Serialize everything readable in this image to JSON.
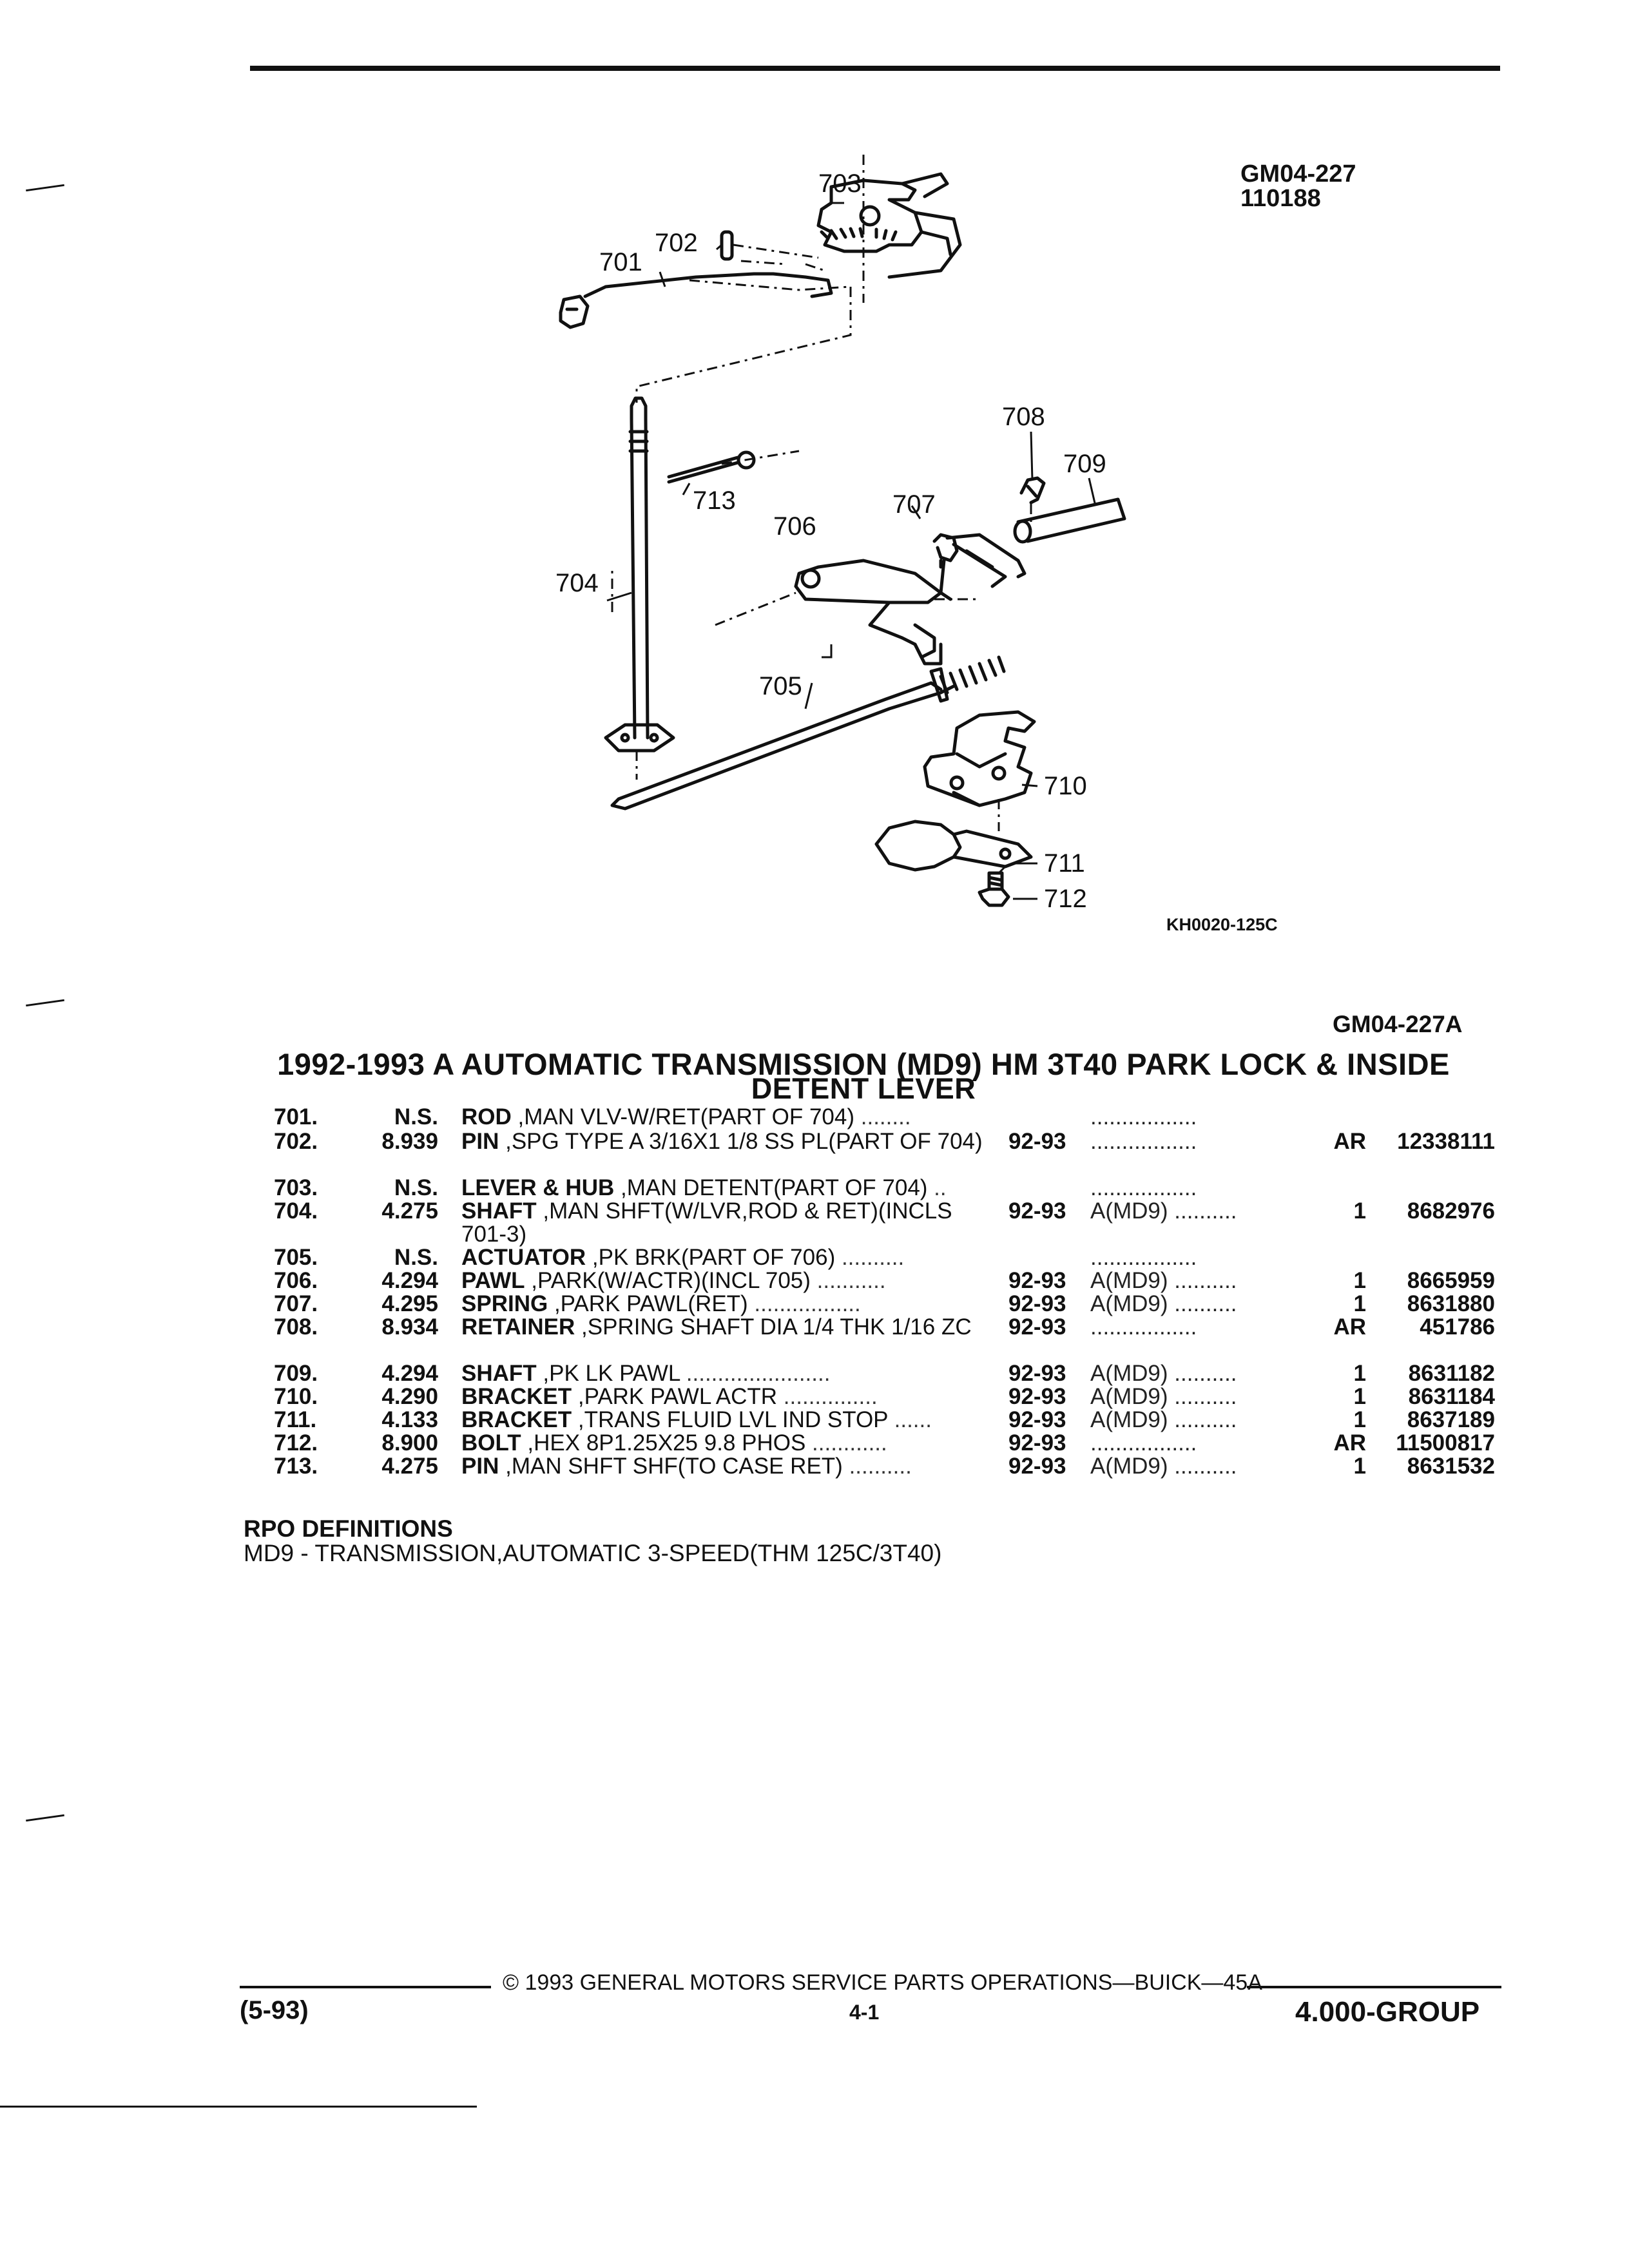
{
  "illustration": {
    "code": "GM04-227",
    "date_code": "110188",
    "art_ref": "KH0020-125C",
    "callouts": [
      "701",
      "702",
      "703",
      "704",
      "705",
      "706",
      "707",
      "708",
      "709",
      "710",
      "711",
      "712",
      "713"
    ]
  },
  "section_code": "GM04-227A",
  "title_line1": "1992-1993 A AUTOMATIC TRANSMISSION (MD9) HM 3T40 PARK LOCK & INSIDE",
  "title_line2": "DETENT LEVER",
  "parts": [
    {
      "num": "701.",
      "group": "N.S.",
      "name": "ROD",
      "desc": ",MAN VLV-W/RET(PART OF 704)",
      "dots": " ........",
      "years": "",
      "option": ".................",
      "qty": "",
      "part": ""
    },
    {
      "num": "702.",
      "group": "8.939",
      "name": "PIN",
      "desc": ",SPG TYPE A 3/16X1 1/8 SS PL(PART OF 704)",
      "dots": "",
      "years": "92-93",
      "option": ".................",
      "qty": "AR",
      "part": "12338111"
    },
    {
      "num": "703.",
      "group": "N.S.",
      "name": "LEVER & HUB",
      "desc": ",MAN DETENT(PART OF 704)",
      "dots": " ..",
      "years": "",
      "option": ".................",
      "qty": "",
      "part": ""
    },
    {
      "num": "704.",
      "group": "4.275",
      "name": "SHAFT",
      "desc": ",MAN SHFT(W/LVR,ROD & RET)(INCLS 701-3)",
      "dots": "",
      "years": "92-93",
      "option": "A(MD9) ..........",
      "qty": "1",
      "part": "8682976"
    },
    {
      "num": "705.",
      "group": "N.S.",
      "name": "ACTUATOR",
      "desc": ",PK BRK(PART OF 706)",
      "dots": " ..........",
      "years": "",
      "option": ".................",
      "qty": "",
      "part": ""
    },
    {
      "num": "706.",
      "group": "4.294",
      "name": "PAWL",
      "desc": ",PARK(W/ACTR)(INCL 705)",
      "dots": " ...........",
      "years": "92-93",
      "option": "A(MD9) ..........",
      "qty": "1",
      "part": "8665959"
    },
    {
      "num": "707.",
      "group": "4.295",
      "name": "SPRING",
      "desc": ",PARK PAWL(RET)",
      "dots": " .................",
      "years": "92-93",
      "option": "A(MD9) ..........",
      "qty": "1",
      "part": "8631880"
    },
    {
      "num": "708.",
      "group": "8.934",
      "name": "RETAINER",
      "desc": ",SPRING SHAFT DIA 1/4 THK 1/16 ZC",
      "dots": "",
      "years": "92-93",
      "option": ".................",
      "qty": "AR",
      "part": "451786"
    },
    {
      "num": "709.",
      "group": "4.294",
      "name": "SHAFT",
      "desc": ",PK LK PAWL",
      "dots": " .......................",
      "years": "92-93",
      "option": "A(MD9) ..........",
      "qty": "1",
      "part": "8631182"
    },
    {
      "num": "710.",
      "group": "4.290",
      "name": "BRACKET",
      "desc": ",PARK PAWL ACTR",
      "dots": " ...............",
      "years": "92-93",
      "option": "A(MD9) ..........",
      "qty": "1",
      "part": "8631184"
    },
    {
      "num": "711.",
      "group": "4.133",
      "name": "BRACKET",
      "desc": ",TRANS FLUID LVL IND STOP",
      "dots": " ......",
      "years": "92-93",
      "option": "A(MD9) ..........",
      "qty": "1",
      "part": "8637189"
    },
    {
      "num": "712.",
      "group": "8.900",
      "name": "BOLT",
      "desc": ",HEX 8P1.25X25 9.8 PHOS",
      "dots": " ............",
      "years": "92-93",
      "option": ".................",
      "qty": "AR",
      "part": "11500817"
    },
    {
      "num": "713.",
      "group": "4.275",
      "name": "PIN",
      "desc": ",MAN SHFT SHF(TO CASE RET)",
      "dots": " ..........",
      "years": "92-93",
      "option": "A(MD9) ..........",
      "qty": "1",
      "part": "8631532"
    }
  ],
  "rpo": {
    "heading": "RPO DEFINITIONS",
    "lines": [
      "MD9 - TRANSMISSION,AUTOMATIC 3-SPEED(THM 125C/3T40)"
    ]
  },
  "footer": {
    "copyright": "© 1993 GENERAL MOTORS SERVICE PARTS OPERATIONS—BUICK—45A",
    "date": "(5-93)",
    "page": "4-1",
    "group": "4.000-GROUP"
  }
}
